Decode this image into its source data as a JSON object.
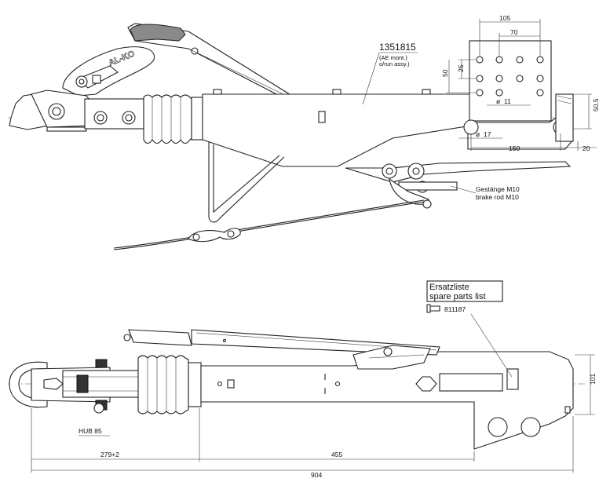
{
  "part_number": "1351815",
  "part_note_line1": "(AE mont.)",
  "part_note_line2": "o/run assy.)",
  "logo_text": "AL-KO",
  "brake_rod_label_de": "Gestänge M10",
  "brake_rod_label_en": "brake rod M10",
  "spare_parts_title_de": "Ersatzliste",
  "spare_parts_title_en": "spare parts list",
  "spare_parts_number": "811187",
  "stroke_label": "HUB 85",
  "dimensions": {
    "d105": "105",
    "d70": "70",
    "d25": "25",
    "d50": "50",
    "d11": "11",
    "d50_5": "50.5",
    "d17": "17",
    "d150": "150",
    "d20": "20",
    "d101": "101",
    "d279": "279+2",
    "d455": "455",
    "d904": "904"
  }
}
